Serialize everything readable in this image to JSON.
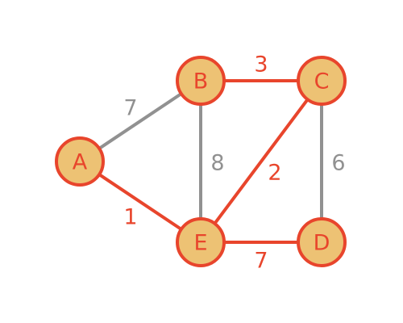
{
  "graph": {
    "colors": {
      "highlight": "#e8452c",
      "inactive": "#919191",
      "node_fill": "#edc274",
      "node_stroke": "#e8452c",
      "node_text": "#e8452c"
    },
    "nodes": [
      {
        "id": "A",
        "label": "A"
      },
      {
        "id": "B",
        "label": "B"
      },
      {
        "id": "C",
        "label": "C"
      },
      {
        "id": "D",
        "label": "D"
      },
      {
        "id": "E",
        "label": "E"
      }
    ],
    "edges": [
      {
        "id": "AB",
        "from": "A",
        "to": "B",
        "weight": "7",
        "highlighted": false
      },
      {
        "id": "AE",
        "from": "A",
        "to": "E",
        "weight": "1",
        "highlighted": true
      },
      {
        "id": "BC",
        "from": "B",
        "to": "C",
        "weight": "3",
        "highlighted": true
      },
      {
        "id": "BE",
        "from": "B",
        "to": "E",
        "weight": "8",
        "highlighted": false
      },
      {
        "id": "CE",
        "from": "C",
        "to": "E",
        "weight": "2",
        "highlighted": true
      },
      {
        "id": "CD",
        "from": "C",
        "to": "D",
        "weight": "6",
        "highlighted": false
      },
      {
        "id": "ED",
        "from": "E",
        "to": "D",
        "weight": "7",
        "highlighted": true
      }
    ]
  }
}
